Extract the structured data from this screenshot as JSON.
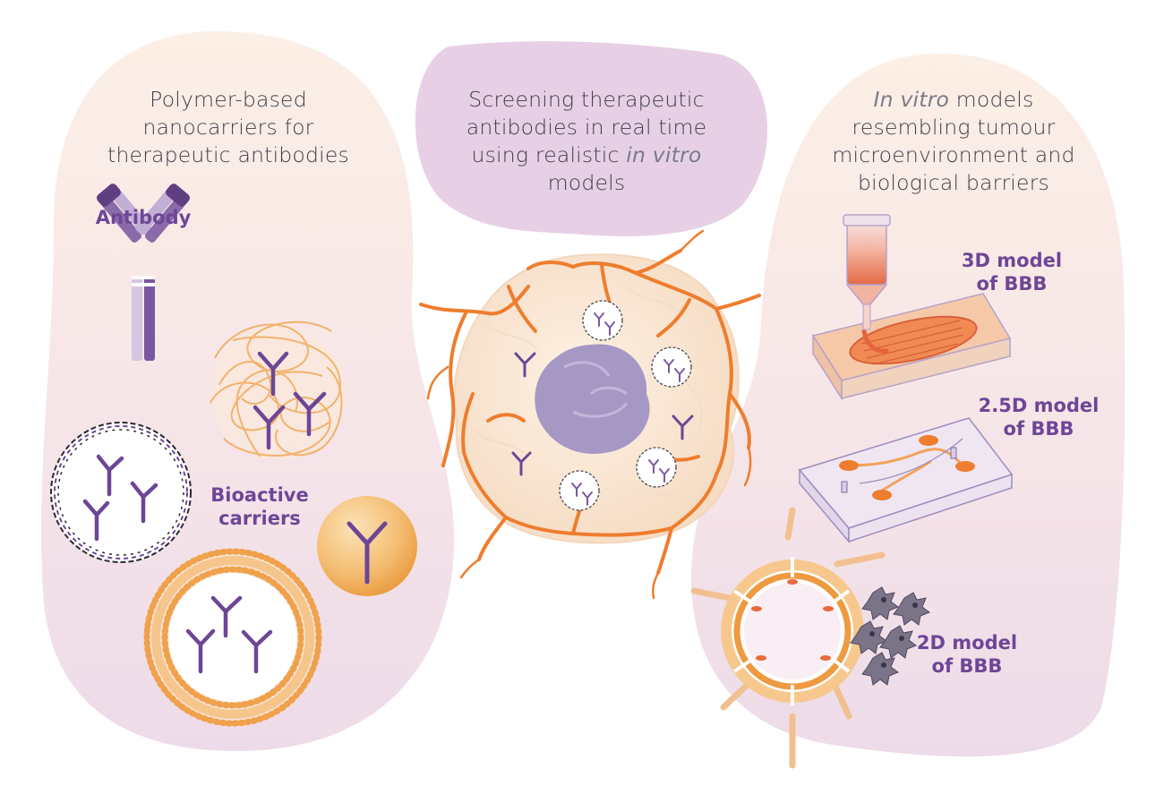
{
  "left_panel": {
    "title_lines": [
      "Polymer-based",
      "nanocarriers for",
      "therapeutic antibodies"
    ],
    "antibody_label": "Antibody",
    "bioactive_line1": "Bioactive",
    "bioactive_line2": "carriers"
  },
  "center_panel": {
    "line1": "Screening therapeutic",
    "line2": "antibodies in real time",
    "line3_prefix": "using realistic ",
    "line3_italic": "in vitro",
    "line4": "models"
  },
  "right_panel": {
    "line1_italic": "In vitro",
    "line1_rest": " models",
    "line2": "resembling tumour",
    "line3": "microenvironment and",
    "line4": "biological barriers",
    "model_3d_line1": "3D model",
    "model_3d_line2": "of BBB",
    "model_25d_line1": "2.5D model",
    "model_25d_line2": "of BBB",
    "model_2d_line1": "2D model",
    "model_2d_line2": "of BBB"
  },
  "colors": {
    "purple": "#6e4696",
    "orange": "#ee7d2e",
    "light_orange": "#f2b26c",
    "blob_top": "#fcefe4",
    "blob_bottom": "#efdde8",
    "center_blob": "#e6cfe4"
  }
}
